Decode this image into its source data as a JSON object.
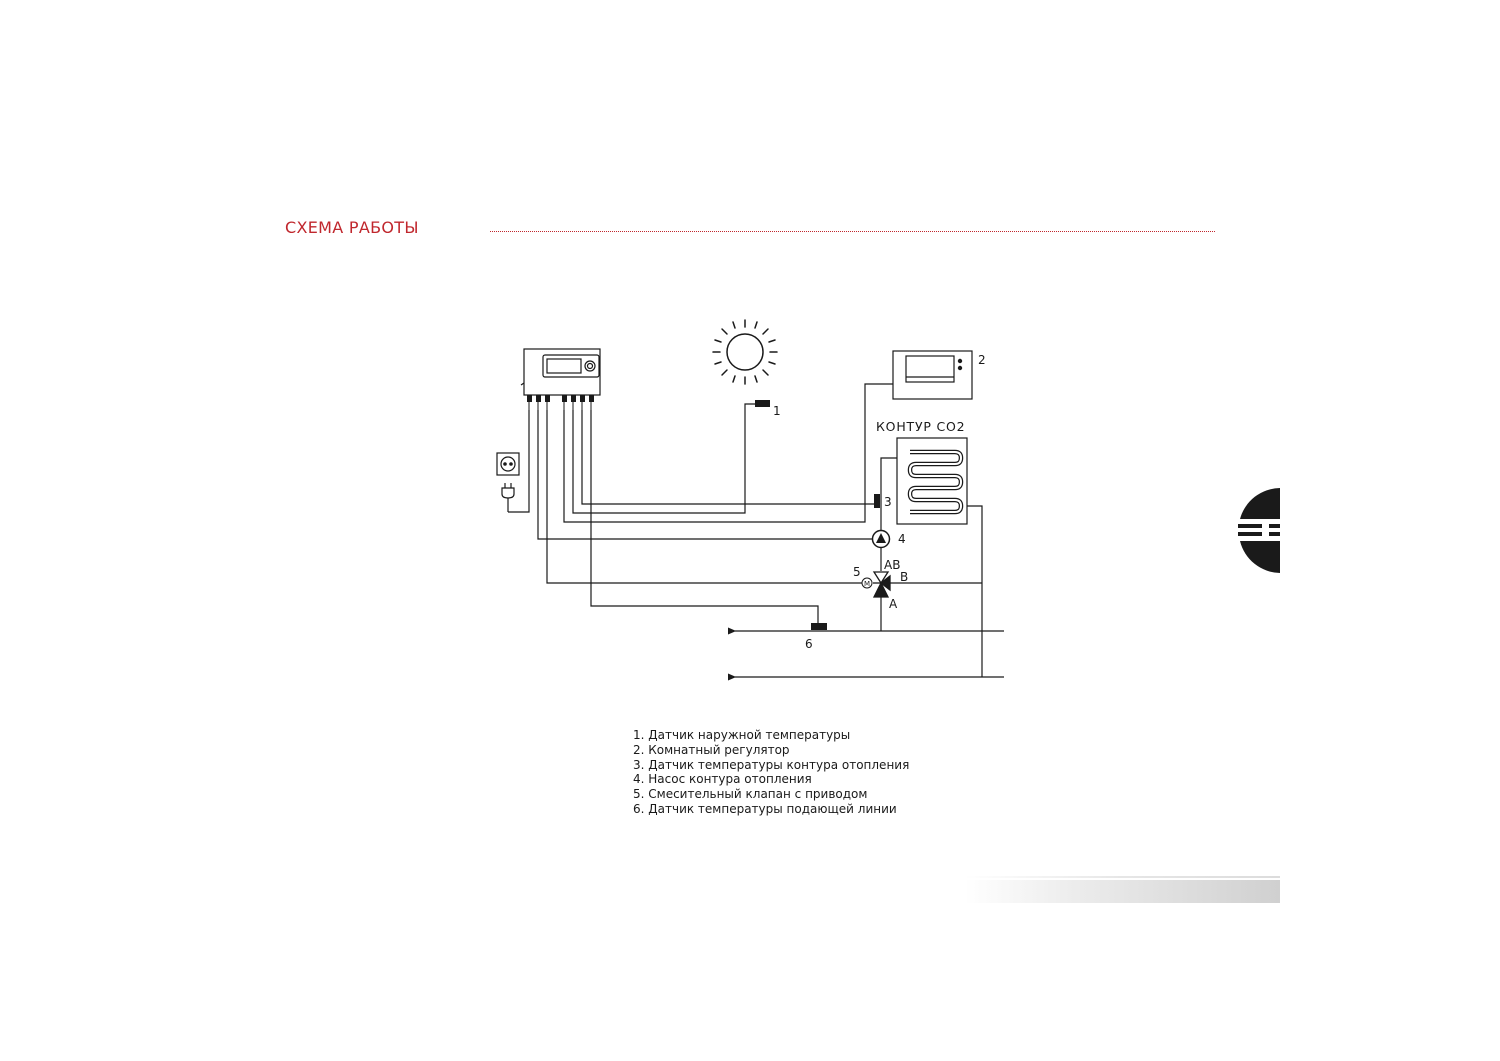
{
  "header": {
    "title": "СХЕМА РАБОТЫ",
    "accent_color": "#c0272d"
  },
  "diagram": {
    "circuit_label": "КОНТУР СО2",
    "callouts": {
      "c1": "1",
      "c2": "2",
      "c3": "3",
      "c4": "4",
      "c5": "5",
      "c6": "6"
    },
    "valve_ports": {
      "ab": "AB",
      "b": "B",
      "a": "A"
    },
    "motor_symbol": "M",
    "icons": [
      "controller-unit-icon",
      "sun-icon",
      "room-regulator-icon",
      "power-socket-icon",
      "plug-icon",
      "heating-coil-icon",
      "pump-icon",
      "mixing-valve-icon",
      "temperature-sensor-icon",
      "brand-logo-icon"
    ]
  },
  "legend": {
    "items": [
      "1. Датчик наружной температуры",
      "2. Комнатный регулятор",
      "3. Датчик температуры контура отопления",
      "4. Насос контура отопления",
      "5. Смесительный клапан с приводом",
      "6. Датчик температуры подающей линии"
    ]
  }
}
